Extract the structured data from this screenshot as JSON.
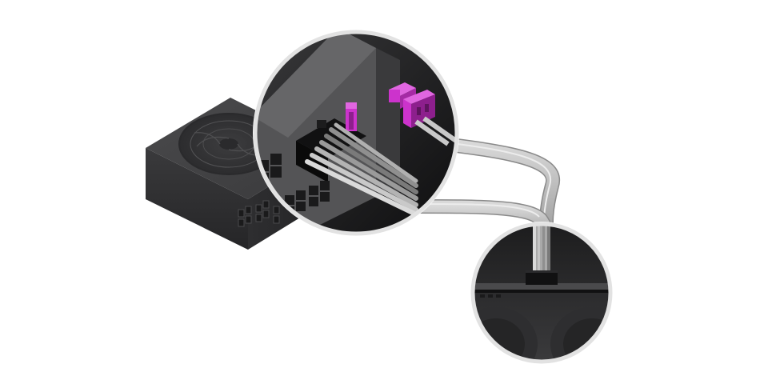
{
  "illustration": {
    "subjects": [
      "power-supply-unit",
      "modular-power-cable",
      "pcie-power-connector",
      "graphics-card-power-socket"
    ],
    "icons": [
      "psu-icon",
      "fan-icon",
      "connector-icon",
      "gpu-icon"
    ],
    "colors": {
      "background": "#ffffff",
      "psu_body": "#333335",
      "psu_top": "#454547",
      "callout_ring": "#e2e2e2",
      "connector_accent": "#cc33cc",
      "connector_accent_dark": "#8d1f8d",
      "cable": "#bdbdbd",
      "gpu_panel": "#2a2a2c"
    }
  }
}
